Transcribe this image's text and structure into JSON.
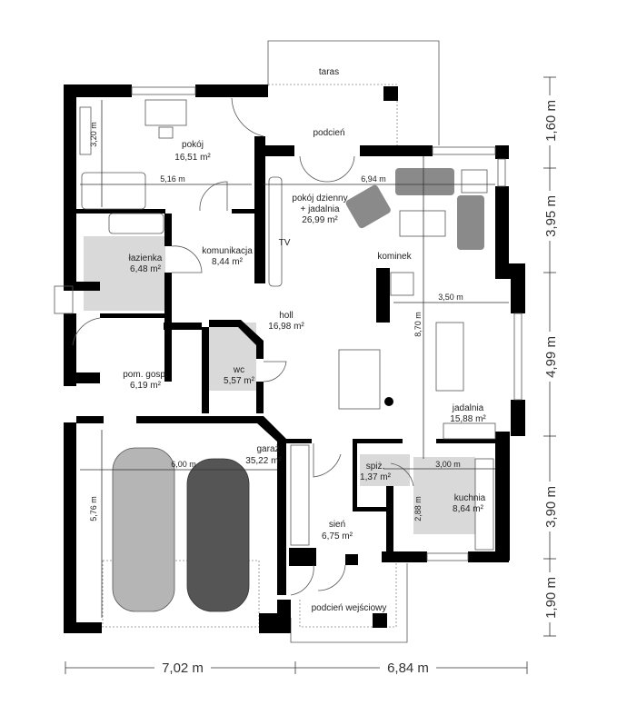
{
  "rooms": [
    {
      "name": "taras",
      "area": ""
    },
    {
      "name": "podcień",
      "area": ""
    },
    {
      "name": "pokój",
      "area": "16,51 m²"
    },
    {
      "name": "pokój dzienny",
      "name2": "+ jadalnia",
      "area": "26,99 m²"
    },
    {
      "name": "łazienka",
      "area": "6,48 m²"
    },
    {
      "name": "komunikacja",
      "area": "8,44 m²"
    },
    {
      "name": "holl",
      "area": "16,98 m²"
    },
    {
      "name": "wc",
      "area": "5,57 m²"
    },
    {
      "name": "pom. gosp.",
      "area": "6,19 m²"
    },
    {
      "name": "jadalnia",
      "area": "15,88 m²"
    },
    {
      "name": "garaż",
      "area": "35,22 m²"
    },
    {
      "name": "spiż.",
      "area": "1,37 m²"
    },
    {
      "name": "kuchnia",
      "area": "8,64 m²"
    },
    {
      "name": "sień",
      "area": "6,75 m²"
    },
    {
      "name": "podcień wejściowy",
      "area": ""
    }
  ],
  "labels": {
    "tv": "TV",
    "kominek": "kominek"
  },
  "inner_dimensions": {
    "pokoj_height": "3,20 m",
    "pokoj_width": "5,16 m",
    "living_width": "6,94 m",
    "dining_width": "3,50 m",
    "living_height": "8,70 m",
    "garage_width": "6,00 m",
    "garage_height": "5,76 m",
    "kitchen_width": "3,00 m",
    "kitchen_height": "2,88 m"
  },
  "outer_dimensions": {
    "right": [
      "1,60 m",
      "3,95 m",
      "4,99 m",
      "3,90 m",
      "1,90 m"
    ],
    "bottom": [
      "7,02 m",
      "6,84 m"
    ]
  },
  "colors": {
    "walls": "#000000",
    "tiles": "#d9d9d9",
    "furniture": "#808080"
  }
}
